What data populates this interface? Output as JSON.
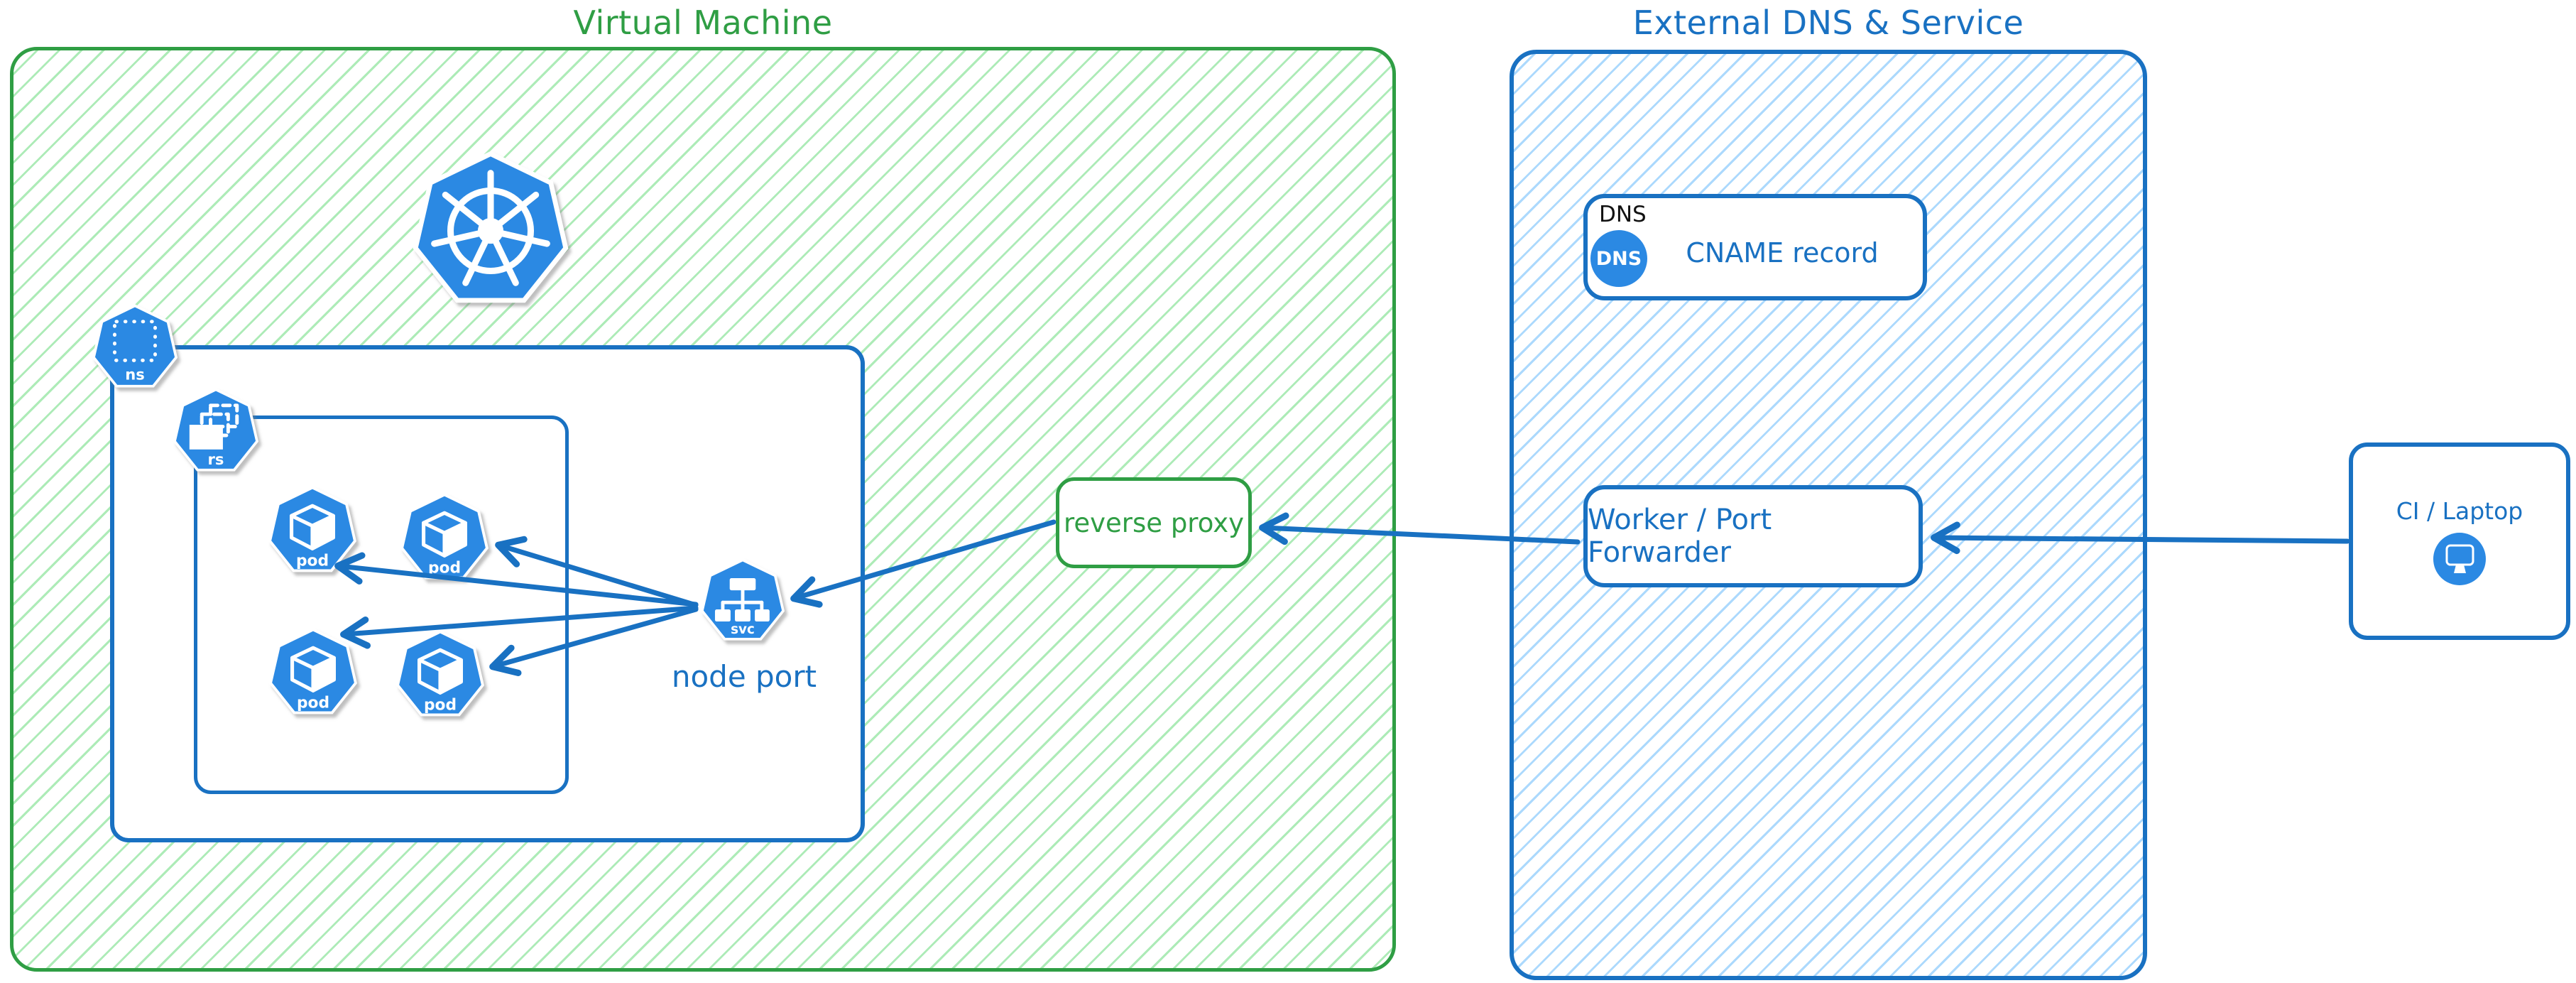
{
  "colors": {
    "green_stroke": "#2f9e44",
    "green_hatch": "#69db7c",
    "blue_stroke": "#1971c2",
    "blue_hatch": "#74c0fc",
    "icon_blue": "#2b89e3",
    "dns_label_black": "#111111"
  },
  "vm": {
    "title": "Virtual Machine",
    "icons": {
      "kubernetes": "kubernetes-wheel",
      "namespace": "ns",
      "replicaset": "rs",
      "service": "svc"
    },
    "pods": {
      "labels": [
        "pod",
        "pod",
        "pod",
        "pod"
      ]
    },
    "node_port_caption": "node port",
    "reverse_proxy_label": "reverse proxy"
  },
  "external": {
    "title": "External DNS & Service",
    "dns_group_label": "DNS",
    "dns_badge": "DNS",
    "cname_label": "CNAME record",
    "worker_label": "Worker / Port Forwarder"
  },
  "client": {
    "label": "CI / Laptop"
  },
  "connections": [
    {
      "from": "CI / Laptop",
      "to": "Worker / Port Forwarder"
    },
    {
      "from": "Worker / Port Forwarder",
      "to": "reverse proxy"
    },
    {
      "from": "reverse proxy",
      "to": "node port (svc)"
    },
    {
      "from": "node port (svc)",
      "to": "pod (top-left)"
    },
    {
      "from": "node port (svc)",
      "to": "pod (top-right)"
    },
    {
      "from": "node port (svc)",
      "to": "pod (bottom-left)"
    },
    {
      "from": "node port (svc)",
      "to": "pod (bottom-right)"
    }
  ]
}
